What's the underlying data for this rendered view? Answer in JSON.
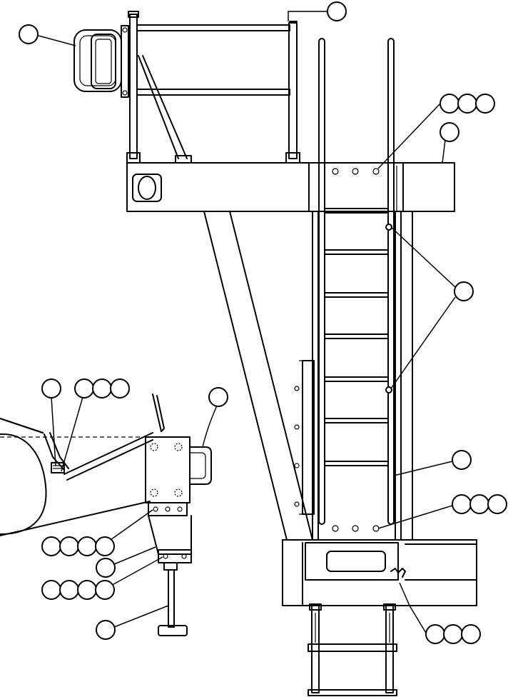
{
  "diagram": {
    "kind": "parts-illustration",
    "line_color": "#000000",
    "background": "#ffffff",
    "callout_groups": [
      {
        "id": "handrail-gate-tag",
        "bubbles": 1
      },
      {
        "id": "top-rail-tag",
        "bubbles": 1
      },
      {
        "id": "platform-bolts-tag",
        "bubbles": 3
      },
      {
        "id": "platform-beam-tag",
        "bubbles": 1
      },
      {
        "id": "ladder-pins-tag",
        "bubbles": 1
      },
      {
        "id": "ladder-rail-tag",
        "bubbles": 1
      },
      {
        "id": "ladder-bottom-bolts-tag",
        "bubbles": 3
      },
      {
        "id": "step-bracket-tag",
        "bubbles": 3
      },
      {
        "id": "tank-strap-tag",
        "bubbles": 1
      },
      {
        "id": "tank-strap-bolts-tag",
        "bubbles": 3
      },
      {
        "id": "grab-handle-tag",
        "bubbles": 1
      },
      {
        "id": "bracket-bolts-upper-tag",
        "bubbles": 4
      },
      {
        "id": "bracket-tag",
        "bubbles": 1
      },
      {
        "id": "bracket-bolts-lower-tag",
        "bubbles": 4
      },
      {
        "id": "lower-step-tag",
        "bubbles": 1
      }
    ]
  }
}
